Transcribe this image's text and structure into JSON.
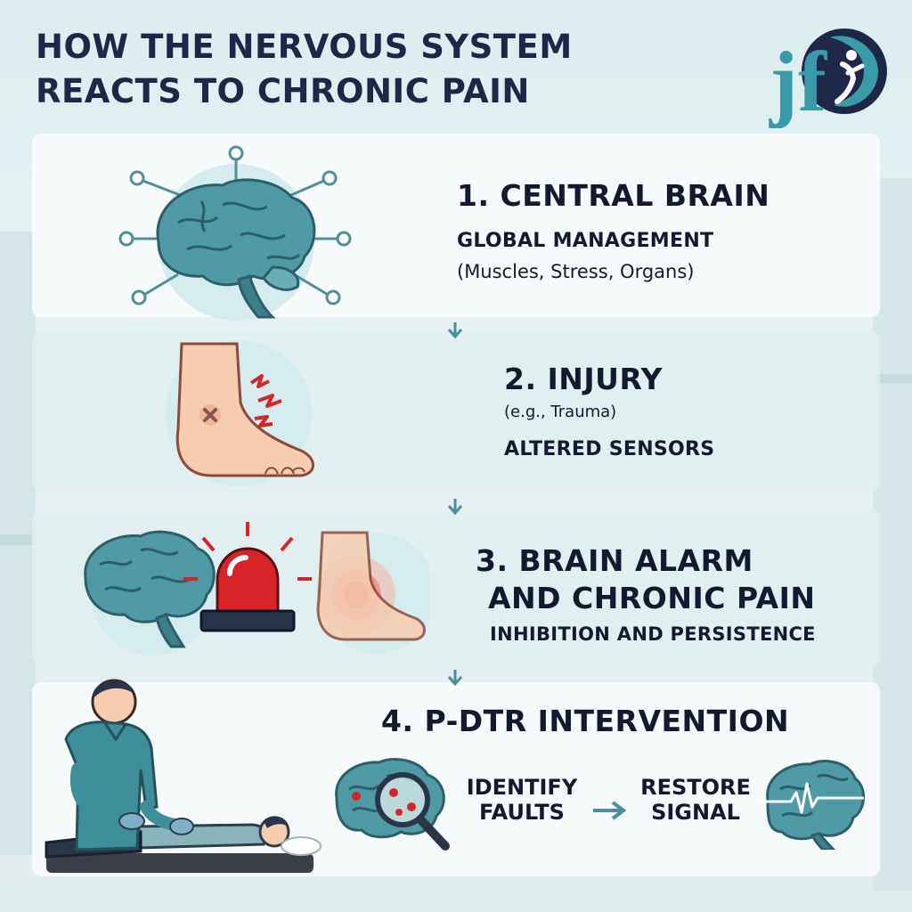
{
  "title": {
    "line1": "HOW THE NERVOUS SYSTEM",
    "line2": "REACTS TO CHRONIC PAIN"
  },
  "logo": {
    "text": "jf",
    "icon": "runner-logo-icon"
  },
  "colors": {
    "navy": "#1e2748",
    "teal": "#3f8f9a",
    "brain": "#4f9aa5",
    "alarm": "#d9232b",
    "skin": "#f6cdb1",
    "arrow": "#4c8ea0"
  },
  "steps": [
    {
      "heading": "1. CENTRAL BRAIN",
      "subtitle": "GLOBAL MANAGEMENT",
      "detail": "(Muscles, Stress, Organs)",
      "icon": "brain-network-icon"
    },
    {
      "heading": "2. INJURY",
      "detail": "(e.g., Trauma)",
      "subtitle": "ALTERED SENSORS",
      "icon": "injured-foot-icon"
    },
    {
      "heading_line1": "3. BRAIN ALARM",
      "heading_line2": "AND CHRONIC PAIN",
      "subtitle": "INHIBITION AND PERSISTENCE",
      "icon": "alarm-siren-icon"
    },
    {
      "heading": "4. P-DTR INTERVENTION",
      "identify_line1": "IDENTIFY",
      "identify_line2": "FAULTS",
      "restore_line1": "RESTORE",
      "restore_line2": "SIGNAL",
      "icon": "therapist-patient-icon"
    }
  ]
}
